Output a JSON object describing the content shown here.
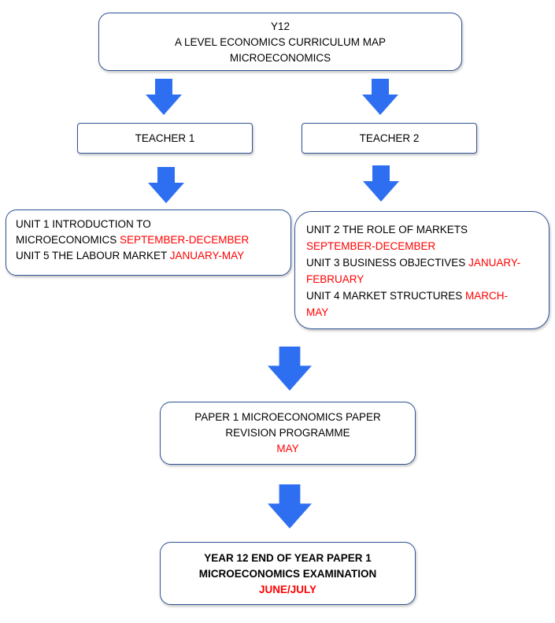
{
  "title_box": {
    "line1": "Y12",
    "line2": "A LEVEL ECONOMICS CURRICULUM MAP",
    "line3": "MICROECONOMICS"
  },
  "teacher1": {
    "label": "TEACHER 1"
  },
  "teacher2": {
    "label": "TEACHER 2"
  },
  "teacher1_units": {
    "line1": "UNIT 1 INTRODUCTION TO",
    "line2_text": "MICROECONOMICS ",
    "line2_date": "SEPTEMBER-DECEMBER",
    "line3_text": "UNIT 5 THE LABOUR MARKET ",
    "line3_date": "JANUARY-MAY"
  },
  "teacher2_units": {
    "line1": "UNIT 2 THE ROLE OF MARKETS",
    "line2_date": "SEPTEMBER-DECEMBER",
    "line3_text": "UNIT 3 BUSINESS OBJECTIVES ",
    "line3_date": "JANUARY-",
    "line4_date": "FEBRUARY",
    "line5_text": "UNIT 4 MARKET STRUCTURES ",
    "line5_date": "MARCH-",
    "line6_date": "MAY"
  },
  "revision_box": {
    "line1": "PAPER 1 MICROECONOMICS PAPER",
    "line2": "REVISION PROGRAMME",
    "line3": "MAY"
  },
  "exam_box": {
    "line1": "YEAR 12 END OF YEAR PAPER 1",
    "line2": "MICROECONOMICS EXAMINATION",
    "line3": "JUNE/JULY"
  },
  "colors": {
    "arrow": "#2e6ff2",
    "border": "#2f5597",
    "highlight": "#ff0000"
  }
}
